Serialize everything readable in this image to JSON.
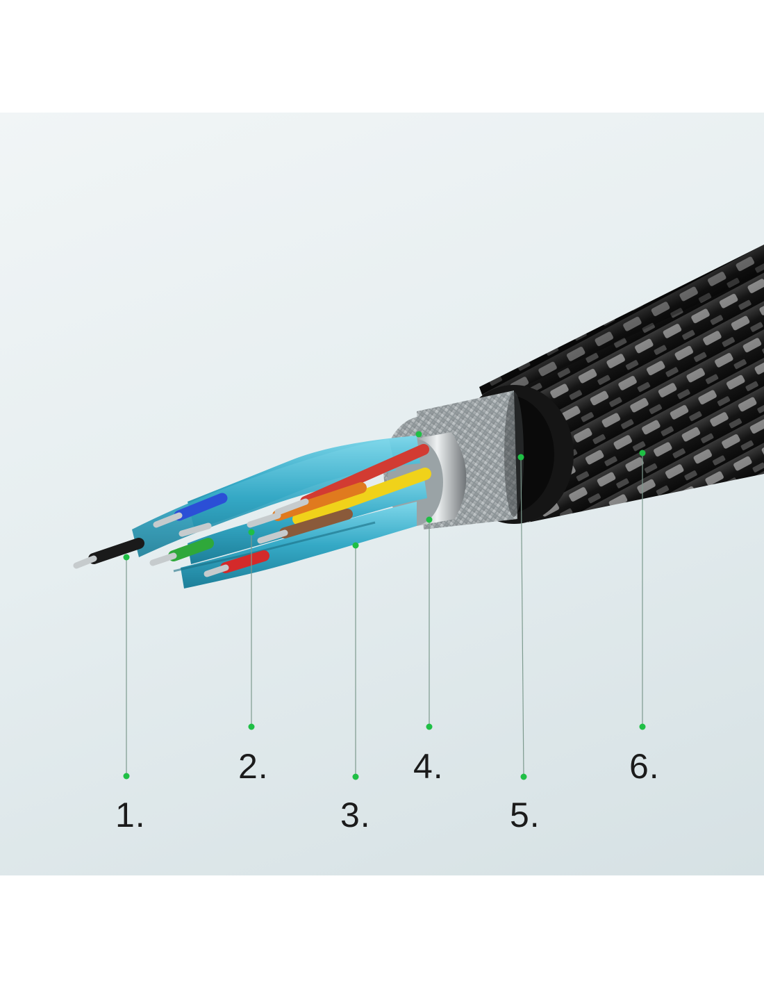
{
  "callouts": [
    {
      "id": "1",
      "label": "1."
    },
    {
      "id": "2",
      "label": "2."
    },
    {
      "id": "3",
      "label": "3."
    },
    {
      "id": "4",
      "label": "4."
    },
    {
      "id": "5",
      "label": "5."
    },
    {
      "id": "6",
      "label": "6."
    }
  ],
  "colors": {
    "background": "#e6eef0",
    "leader_line": "#7d9a8e",
    "marker": "#1fbf45",
    "label_text": "#1b1b1b",
    "foil_shield": "#3fb6d0",
    "outer_braid": "#1c1c1c",
    "braid_highlight": "#9a9a9a",
    "metal_ring": "#cfd4d6",
    "wire_colors": [
      "#1a1a1a",
      "#2b4fd6",
      "#2fa83a",
      "#d42a2a",
      "#e07a1e",
      "#f0d21a",
      "#8a5a3a",
      "#d23b32"
    ]
  },
  "icons": [
    "cable-illustration",
    "callout-dot-icon"
  ]
}
